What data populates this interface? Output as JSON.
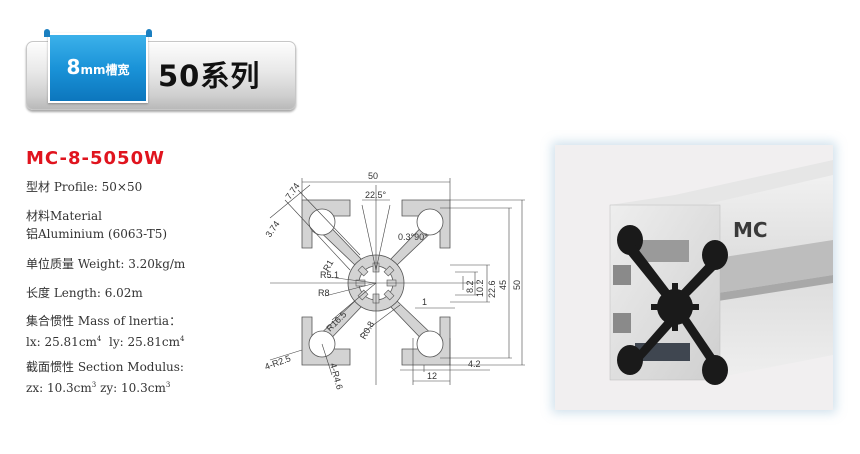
{
  "banner": {
    "tab_number": "8",
    "tab_unit": "mm槽宽",
    "series_title": "50系列",
    "colors": {
      "tab_blue": "#1a93d8",
      "bar_gray": "#e0e0e0"
    }
  },
  "product": {
    "model": "MC-8-5050W",
    "model_color": "#e0141e",
    "specs": {
      "profile": "型材 Profile: 50×50",
      "material_label": "材料Material",
      "material_value": "铝Aluminium (6063-T5)",
      "weight": "单位质量 Weight: 3.20kg/m",
      "length": "长度 Length: 6.02m",
      "inertia_label": "集合惯性 Mass of lnertia：",
      "inertia_ix": "lx: 25.81cm",
      "inertia_iy": "ly: 25.81cm",
      "inertia_exp": "4",
      "modulus_label": "截面惯性 Section Modulus:",
      "modulus_zx": "zx: 10.3cm",
      "modulus_zy": "zy: 10.3cm",
      "modulus_exp": "3"
    }
  },
  "drawing": {
    "dimensions": {
      "width_top": "50",
      "angle": "22.5°",
      "diag_774": "7.74",
      "diag_374": "3.74",
      "tolerance": "0.3°90°",
      "r1": "R1",
      "r51": "R5.1",
      "r8": "R8",
      "r165": "R16.5",
      "r08": "R0.8",
      "r25": "4-R2.5",
      "r46": "4-R4.6",
      "v82": "8.2",
      "v102": "10.2",
      "v226": "22.6",
      "v45": "45",
      "v50": "50",
      "h1": "1",
      "h12": "12",
      "h42": "4.2"
    }
  },
  "photo": {
    "brand_text": "MC"
  }
}
